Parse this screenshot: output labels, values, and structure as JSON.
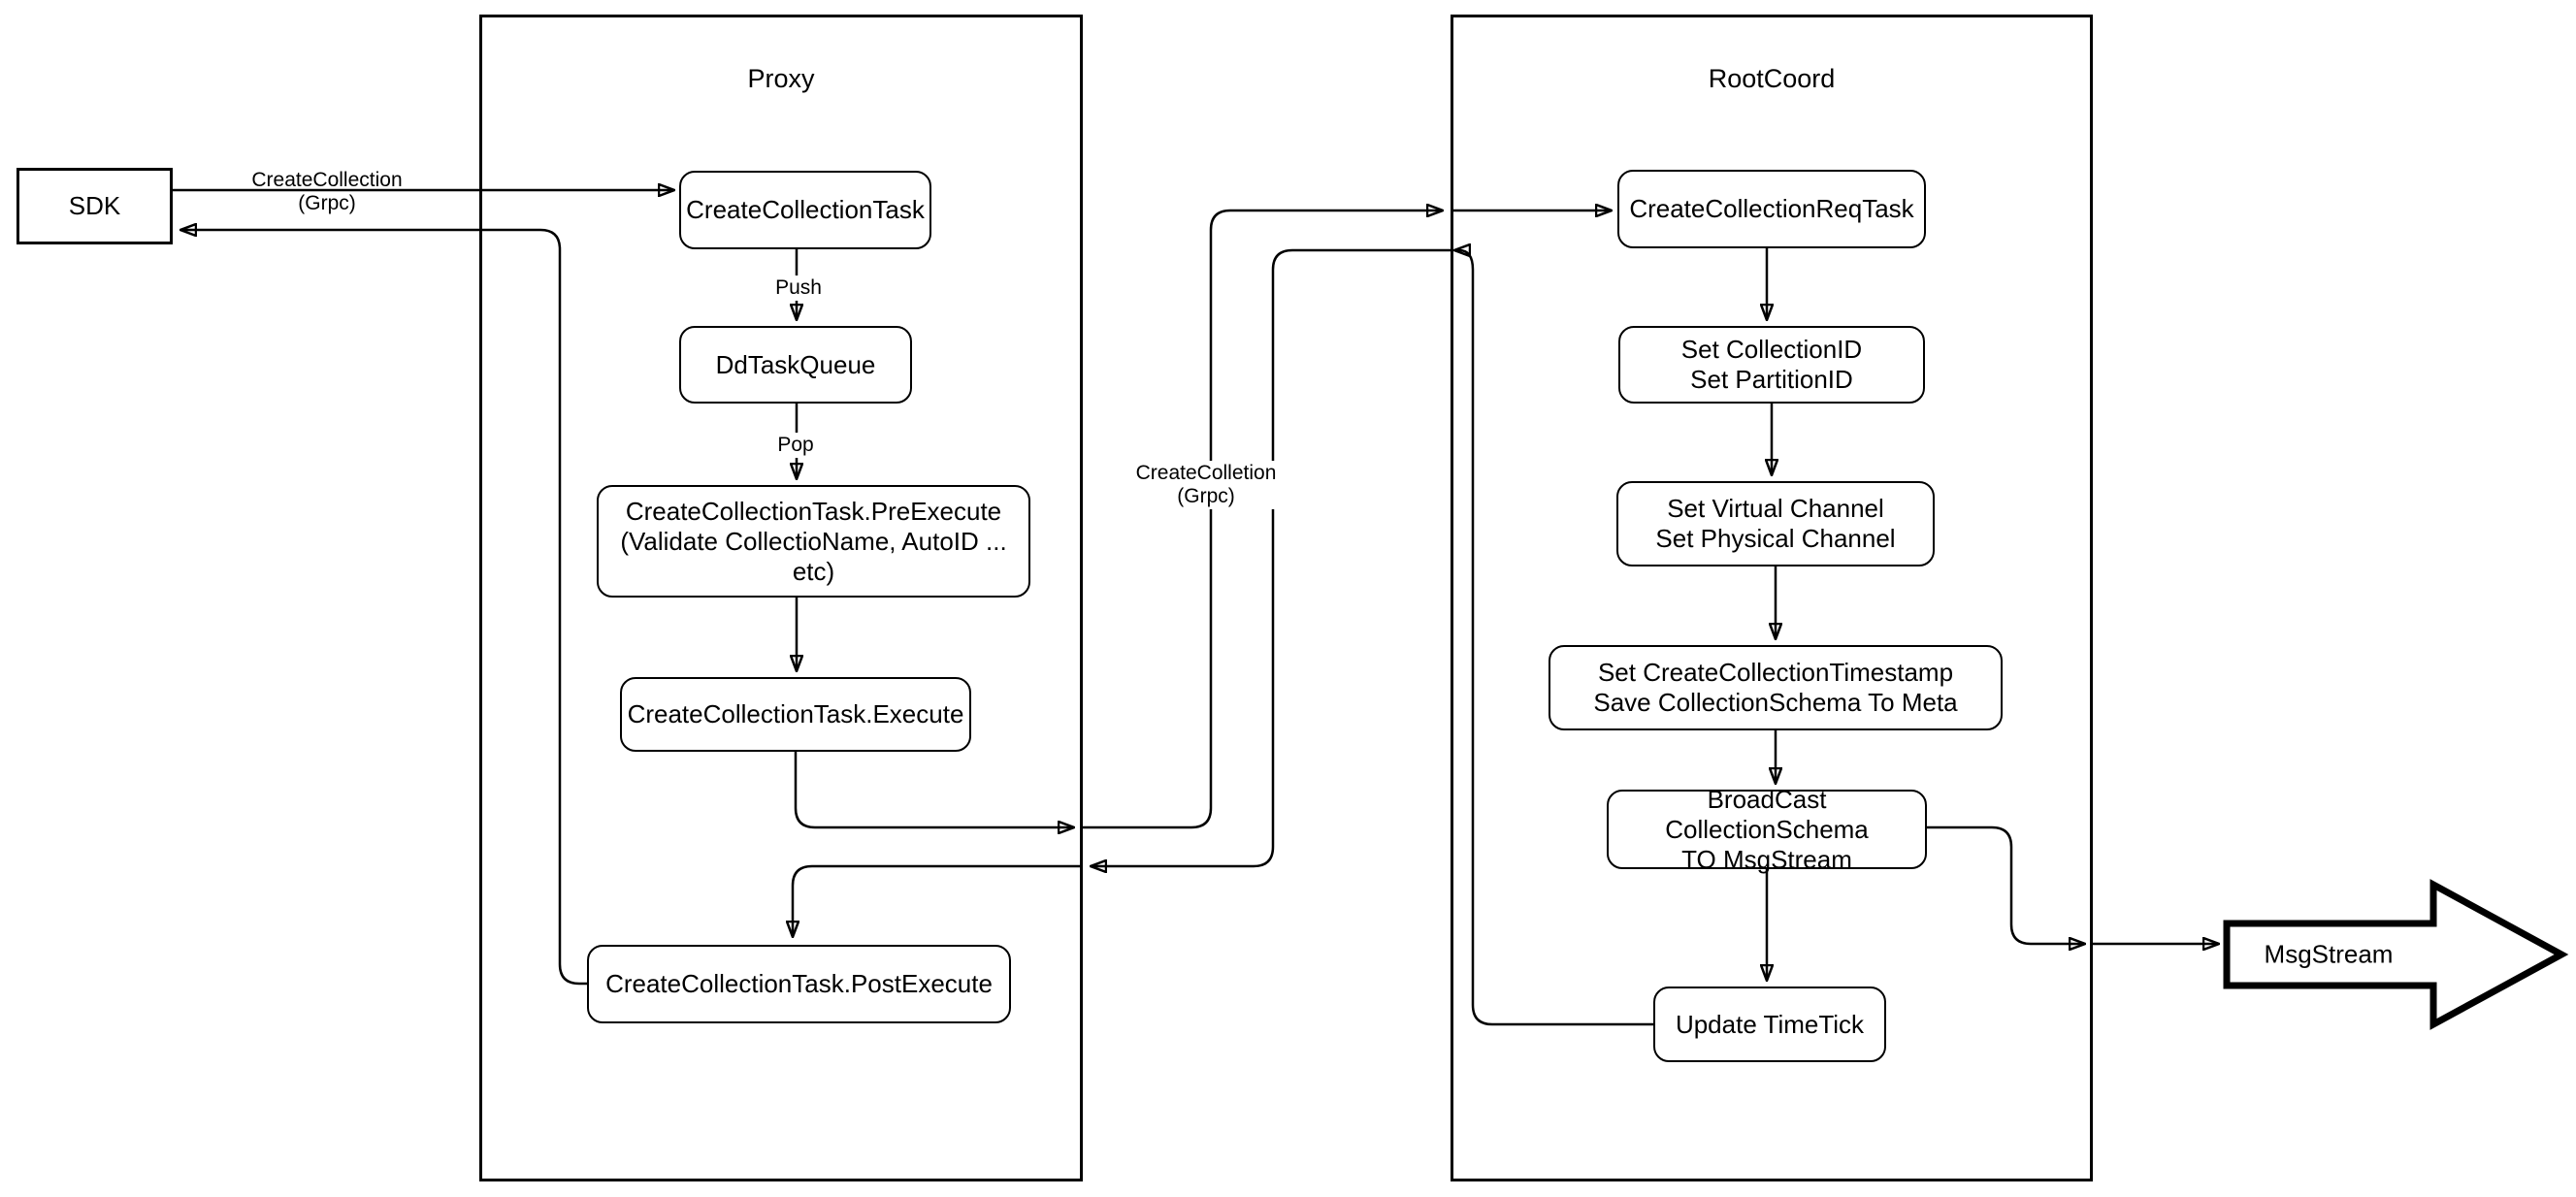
{
  "diagram": {
    "colors": {
      "stroke": "#000000",
      "node_fill": "#ffffff",
      "background": "#ffffff"
    },
    "containers": {
      "proxy": {
        "label": "Proxy"
      },
      "rootcoord": {
        "label": "RootCoord"
      }
    },
    "nodes": {
      "sdk": {
        "label": "SDK"
      },
      "create_collection_task": {
        "label": "CreateCollectionTask"
      },
      "dd_task_queue": {
        "label": "DdTaskQueue"
      },
      "pre_execute": {
        "line1": "CreateCollectionTask.PreExecute",
        "line2": "(Validate CollectioName, AutoID ... etc)"
      },
      "execute": {
        "label": "CreateCollectionTask.Execute"
      },
      "post_execute": {
        "label": "CreateCollectionTask.PostExecute"
      },
      "req_task": {
        "label": "CreateCollectionReqTask"
      },
      "set_ids": {
        "line1": "Set CollectionID",
        "line2": "Set PartitionID"
      },
      "set_channels": {
        "line1": "Set Virtual Channel",
        "line2": "Set Physical Channel"
      },
      "set_timestamp": {
        "line1": "Set CreateCollectionTimestamp",
        "line2": "Save CollectionSchema To Meta"
      },
      "broadcast": {
        "line1": "BroadCast CollectionSchema",
        "line2": "TO MsgStream"
      },
      "update_timetick": {
        "label": "Update TimeTick"
      },
      "msgstream": {
        "label": "MsgStream"
      }
    },
    "edge_labels": {
      "grpc_request": {
        "line1": "CreateCollection",
        "line2": "(Grpc)"
      },
      "grpc_internal": {
        "line1": "CreateColletion",
        "line2": "(Grpc)"
      },
      "push": "Push",
      "pop": "Pop"
    }
  }
}
